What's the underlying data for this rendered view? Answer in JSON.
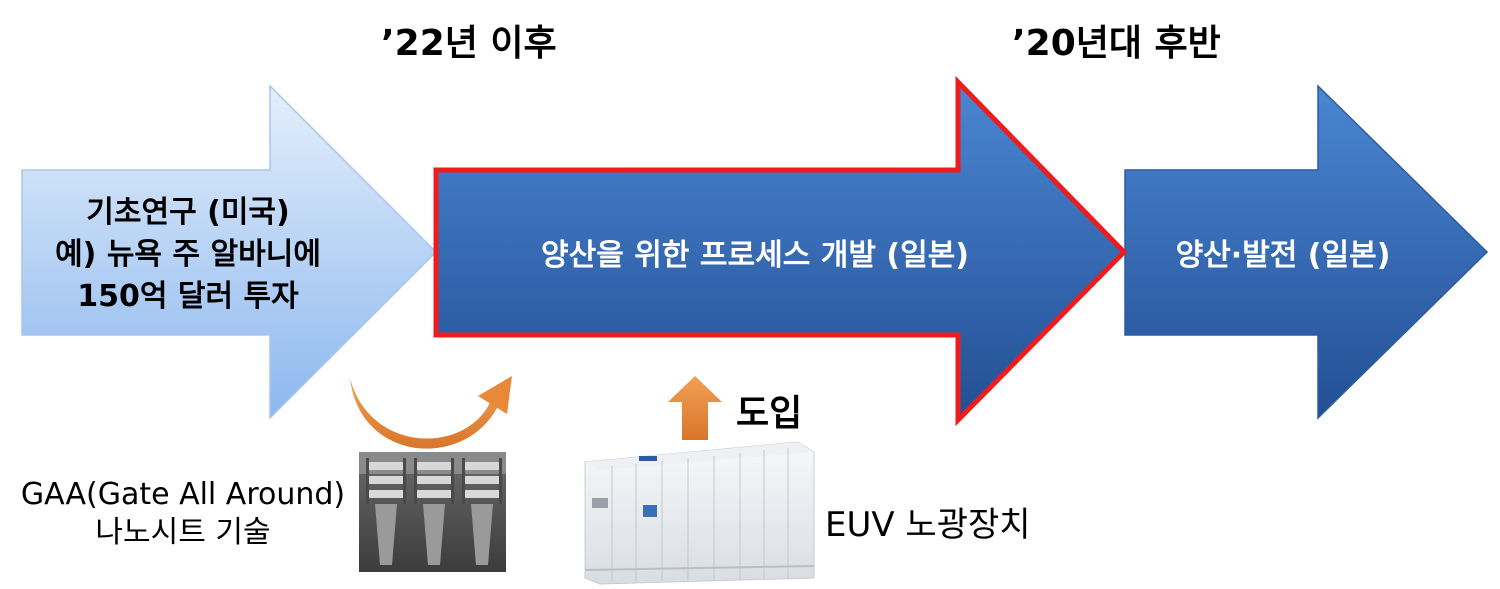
{
  "periods": {
    "first": "’22년 이후",
    "second": "’20년대 후반"
  },
  "stages": {
    "basic_research": {
      "lines": [
        "기초연구 (미국)",
        "예) 뉴욕 주 알바니에",
        "150억 달러 투자"
      ]
    },
    "process_dev": {
      "label": "양산을 위한 프로세스 개발 (일본)"
    },
    "mass_production": {
      "label": "양산·발전 (일본)"
    }
  },
  "inputs": {
    "introduce_label": "도입",
    "euv_label": "EUV 노광장치",
    "gaa_label": {
      "line1": "GAA(Gate All Around)",
      "line2": "나노시트 기술"
    }
  },
  "colors": {
    "light_arrow_top": "#dceafb",
    "light_arrow_bottom": "#8db8ee",
    "blue_arrow_top": "#4a83cf",
    "blue_arrow_bottom": "#1f4f96",
    "highlight_border": "#ee1c1c",
    "orange": "#e8893a"
  }
}
